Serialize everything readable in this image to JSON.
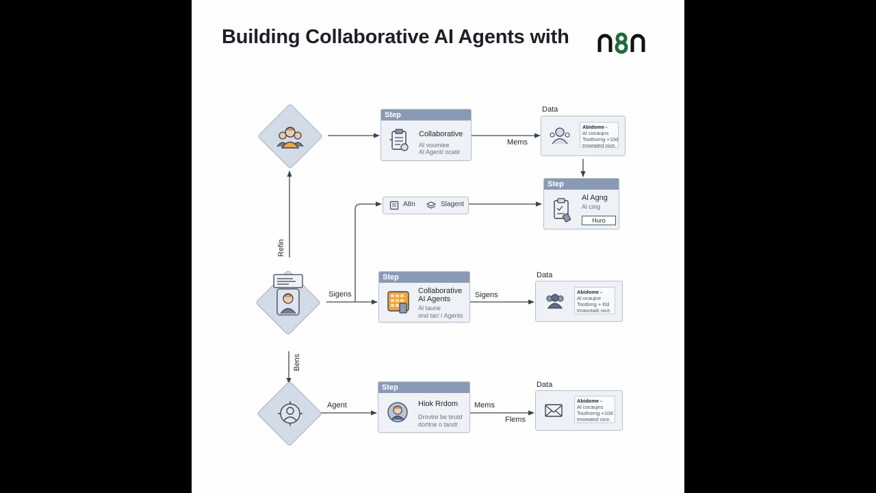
{
  "title": "Building Collaborative AI Agents with",
  "logo_text": "n8n",
  "colors": {
    "node_fill": "#d3dbe7",
    "step_header": "#8a9ab4",
    "arrow": "#3c4350",
    "accent_orange": "#f2a53a"
  },
  "actors": [
    {
      "name": "team-actor",
      "icon": "team-icon"
    },
    {
      "name": "user-actor",
      "icon": "user-chat-icon"
    },
    {
      "name": "agent-actor",
      "icon": "target-user-icon"
    }
  ],
  "steps": [
    {
      "header": "Step",
      "title": "Collaborative",
      "sub1": "Al voumiee",
      "sub2": "Al Agent/ ocatir",
      "icon": "clipboard-icon"
    },
    {
      "header": "Step",
      "title": "Al Agng",
      "sub1": "Al cing",
      "button": "Huro",
      "icon": "checklist-icon"
    },
    {
      "header": "Step",
      "title": "Collaborative",
      "title2": "AI Agents",
      "sub1": "Al taune",
      "sub2": "ond tar/ / Agents",
      "icon": "grid-icon"
    },
    {
      "header": "Step",
      "title": "Hiok Rrdom",
      "sub1": "Drovtre be tirutd",
      "sub2": "dortine o tandr",
      "icon": "user-avatar-icon"
    }
  ],
  "data_nodes": [
    {
      "label": "Data",
      "line1": "Abidome -",
      "line2": "Al cocaujns",
      "line3": "Toothorng +10d",
      "line4": "tmoeated nice.",
      "icon": "users-icon"
    },
    {
      "label": "Data",
      "line1": "Abidome -",
      "line2": "Al ocaujne",
      "line3": "Tootbmg + l0d",
      "line4": "tmasntaib nice.",
      "icon": "group-icon"
    },
    {
      "label": "Data",
      "line1": "Abidome -",
      "line2": "Al cocaujns",
      "line3": "Toothorng +10d",
      "line4": "tmoeated nice.",
      "icon": "mail-icon"
    }
  ],
  "chip": {
    "text1": "A8n",
    "text2": "Slagent"
  },
  "edge_labels": {
    "mems1": "Mems",
    "refin": "Refin",
    "sigens1": "Sigens",
    "sigens2": "Sigens",
    "bens": "Bens",
    "agent": "Agent",
    "mems2": "Mems",
    "flems": "Flems"
  }
}
